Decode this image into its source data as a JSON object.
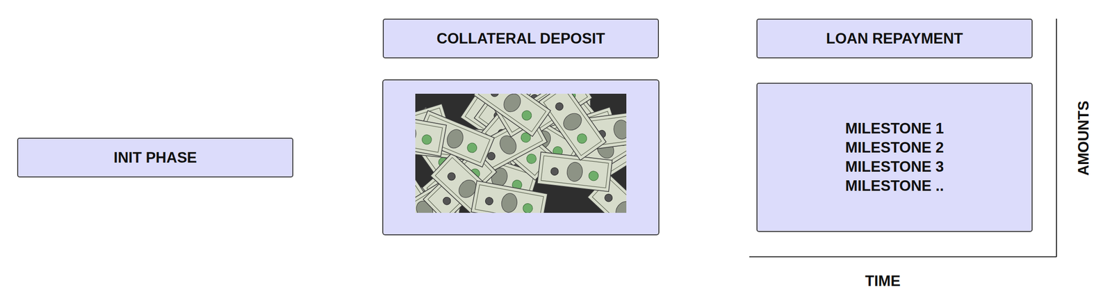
{
  "diagram": {
    "nodes": [
      {
        "text": [
          "INIT PHASE"
        ]
      },
      {
        "text": [
          "COLLATERAL DEPOSIT"
        ]
      },
      {
        "text": [
          "LOAN REPAYMENT"
        ]
      },
      {
        "text": [
          "MILESTONE 1",
          "MILESTONE 2",
          "MILESTONE 3",
          "MILESTONE .."
        ]
      }
    ],
    "labels": [
      "TIME",
      "AMOUNTS"
    ]
  }
}
